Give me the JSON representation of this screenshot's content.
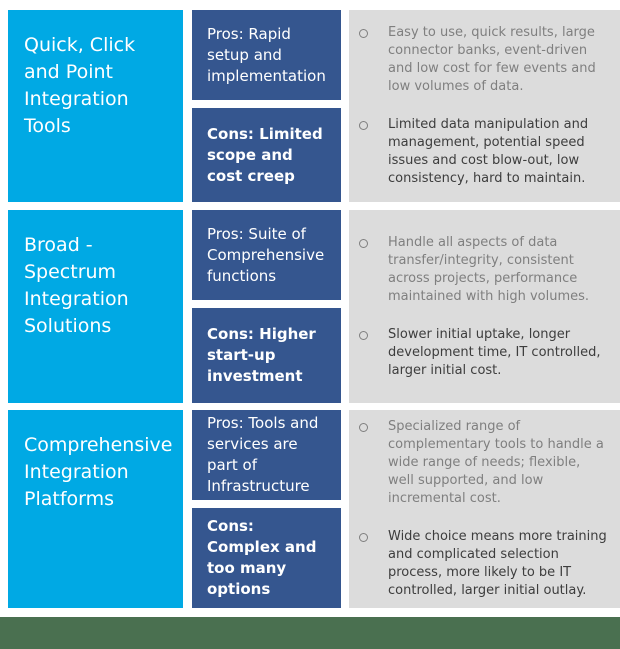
{
  "colors": {
    "category_blue": "#00A9E4",
    "panel_blue": "#35568F",
    "detail_gray": "#DCDCDC",
    "footer_green": "#4A7050",
    "bullet_light_text": "#7F7F7F",
    "bullet_dark_text": "#3D3D3D",
    "title_text": "#FFFFFF",
    "panel_text": "#FFFFFF"
  },
  "rows": [
    {
      "title": "Quick, Click and Point Integration Tools",
      "pros": "Pros: Rapid setup and implementation",
      "cons": "Cons: Limited scope and cost creep",
      "bullets": [
        {
          "text": "Easy to use, quick results, large connector banks, event-driven and low cost for few events and low volumes of data."
        },
        {
          "text": "Limited data manipulation and management, potential speed issues and cost blow-out, low consistency, hard to maintain."
        }
      ]
    },
    {
      "title": "Broad - Spectrum Integration Solutions",
      "pros": "Pros: Suite of Comprehensive functions",
      "cons": "Cons: Higher start-up investment",
      "bullets": [
        {
          "text": "Handle all aspects of data transfer/integrity, consistent across projects, performance maintained with high volumes."
        },
        {
          "text": "Slower initial uptake, longer development time, IT controlled, larger initial cost."
        }
      ]
    },
    {
      "title": "Comprehensive Integration Platforms",
      "pros": "Pros: Tools and services are part of Infrastructure",
      "cons": "Cons: Complex and too many options",
      "bullets": [
        {
          "text": "Specialized range of complementary tools to handle a wide range of needs; flexible, well supported, and low incremental cost."
        },
        {
          "text": "Wide choice means more training and complicated selection process, more likely to be IT controlled, larger initial outlay."
        }
      ]
    }
  ]
}
